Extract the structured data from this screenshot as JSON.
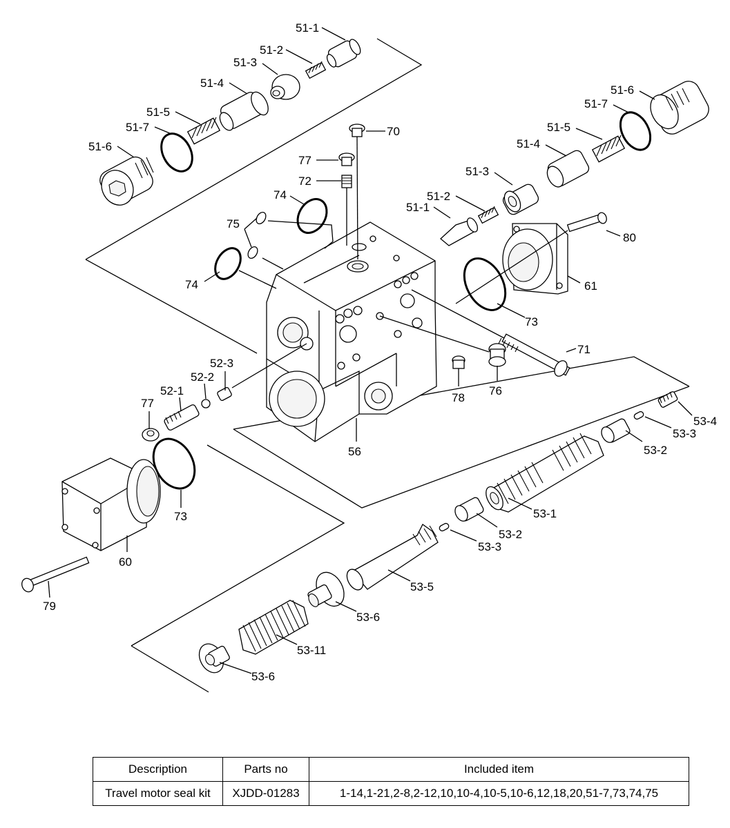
{
  "diagram": {
    "labels": {
      "p51_1_a": "51-1",
      "p51_2_a": "51-2",
      "p51_3_a": "51-3",
      "p51_4_a": "51-4",
      "p51_5_a": "51-5",
      "p51_7_a": "51-7",
      "p51_6_a": "51-6",
      "p51_6_b": "51-6",
      "p51_7_b": "51-7",
      "p51_5_b": "51-5",
      "p51_4_b": "51-4",
      "p51_3_b": "51-3",
      "p51_2_b": "51-2",
      "p51_1_b": "51-1",
      "p70": "70",
      "p77_a": "77",
      "p72": "72",
      "p74_a": "74",
      "p75": "75",
      "p74_b": "74",
      "p80": "80",
      "p61": "61",
      "p73_a": "73",
      "p71": "71",
      "p76": "76",
      "p78": "78",
      "p56": "56",
      "p52_3": "52-3",
      "p52_2": "52-2",
      "p52_1": "52-1",
      "p77_b": "77",
      "p73_b": "73",
      "p60": "60",
      "p79": "79",
      "p53_4": "53-4",
      "p53_3_a": "53-3",
      "p53_2_a": "53-2",
      "p53_1": "53-1",
      "p53_2_b": "53-2",
      "p53_3_b": "53-3",
      "p53_5": "53-5",
      "p53_6_a": "53-6",
      "p53_11": "53-11",
      "p53_6_b": "53-6"
    }
  },
  "kit_table": {
    "headers": {
      "description": "Description",
      "parts_no": "Parts no",
      "included_item": "Included item"
    },
    "row": {
      "description": "Travel motor seal kit",
      "parts_no": "XJDD-01283",
      "included_item": "1-14,1-21,2-8,2-12,10,10-4,10-5,10-6,12,18,20,51-7,73,74,75"
    }
  }
}
